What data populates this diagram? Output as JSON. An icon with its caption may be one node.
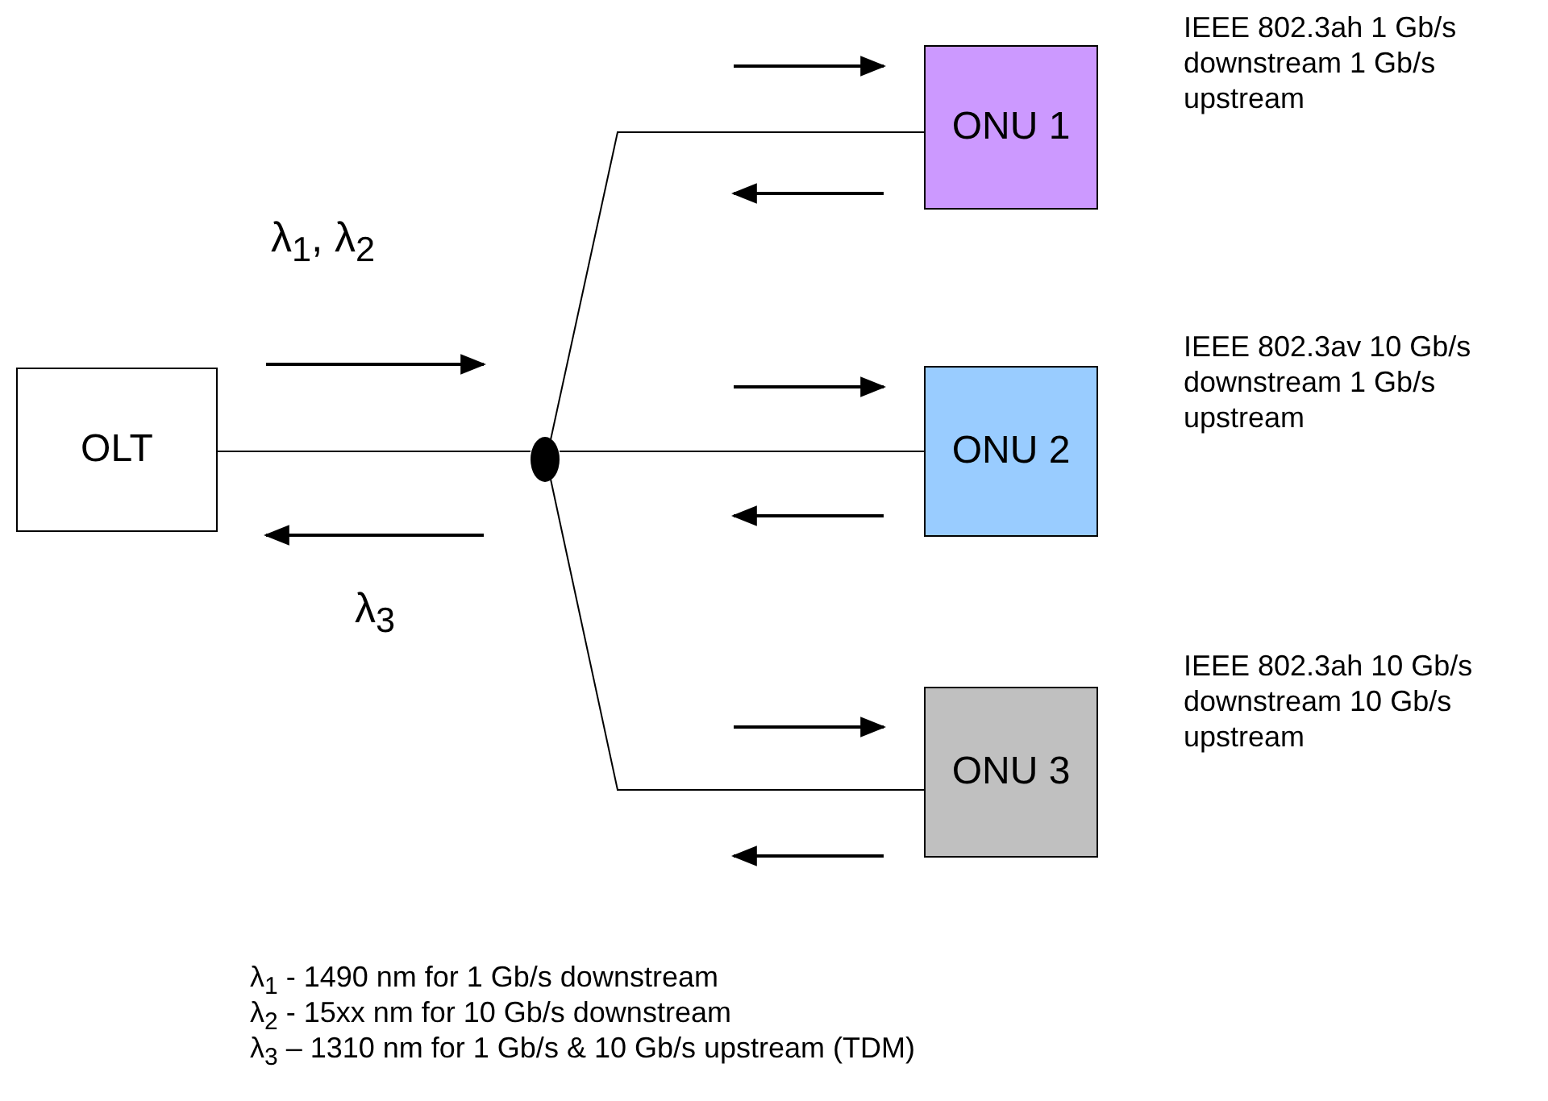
{
  "diagram": {
    "nodes": [
      {
        "text": [
          "OLT"
        ]
      },
      {
        "text": [],
        "shape": "circle"
      },
      {
        "text": [
          "ONU 1"
        ],
        "beside": [
          "IEEE 802.3ah 1 Gb/s downstream 1 Gb/s upstream"
        ]
      },
      {
        "text": [
          "ONU 2"
        ],
        "beside": [
          "IEEE 802.3av 10 Gb/s downstream 1 Gb/s upstream"
        ]
      },
      {
        "text": [
          "ONU 3"
        ],
        "beside": [
          "IEEE 802.3ah 10 Gb/s downstream 10 Gb/s upstream"
        ]
      }
    ],
    "edges": [
      {
        "from": 0,
        "to": 1,
        "arrow": "none"
      },
      {
        "from": 1,
        "to": 2,
        "arrow": "none"
      },
      {
        "from": 1,
        "to": 3,
        "arrow": "none"
      },
      {
        "from": 1,
        "to": 4,
        "arrow": "none"
      }
    ],
    "labels": [
      "λ$_{1}$, λ$_{2}$",
      "λ$_{3}$",
      "λ$_{1}$ - 1490 nm for 1 Gb/s downstream",
      "λ$_{2}$ - 15xx nm for 10 Gb/s downstream",
      "λ$_{3}$ – 1310 nm for 1 Gb/s & 10 Gb/s upstream (TDM)"
    ]
  }
}
